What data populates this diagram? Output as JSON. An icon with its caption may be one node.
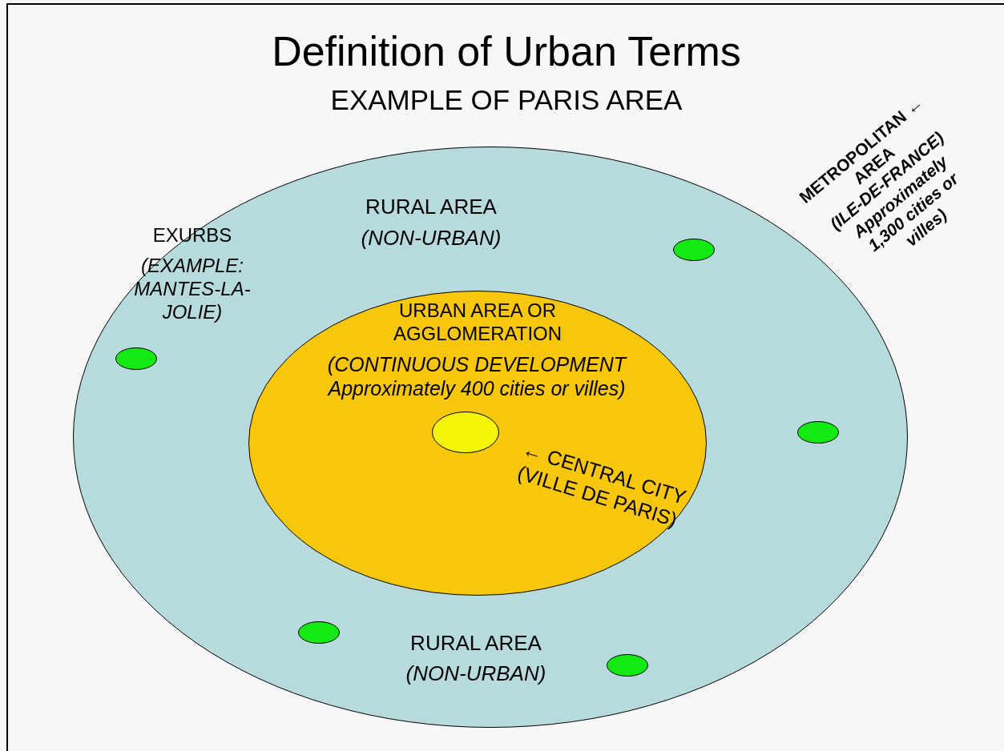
{
  "diagram": {
    "title": "Definition of Urban Terms",
    "nodes": [
      {
        "text": [
          "METROPOLITAN ← AREA",
          "(ILE-DE-FRANCE) Approximately 1,300 cities or villes)"
        ]
      },
      {
        "text": [
          "URBAN AREA OR AGGLOMERATION",
          "(CONTINUOUS DEVELOPMENT Approximately 400 cities or villes)"
        ],
        "in": 0
      },
      {
        "text": [],
        "shape": "circle",
        "in": 1,
        "beside": [
          "← CENTRAL CITY (VILLE DE PARIS)"
        ]
      },
      {
        "text": [],
        "shape": "circle",
        "in": 0,
        "beside": [
          "EXURBS",
          "(EXAMPLE: MANTES-LA-JOLIE)"
        ]
      },
      {
        "text": [],
        "shape": "circle",
        "in": 0
      },
      {
        "text": [],
        "shape": "circle",
        "in": 0
      },
      {
        "text": [],
        "shape": "circle",
        "in": 0
      },
      {
        "text": [],
        "shape": "circle",
        "in": 0
      }
    ],
    "labels": [
      "EXAMPLE OF PARIS AREA",
      "RURAL AREA",
      "(NON-URBAN)",
      "RURAL AREA",
      "(NON-URBAN)"
    ]
  }
}
